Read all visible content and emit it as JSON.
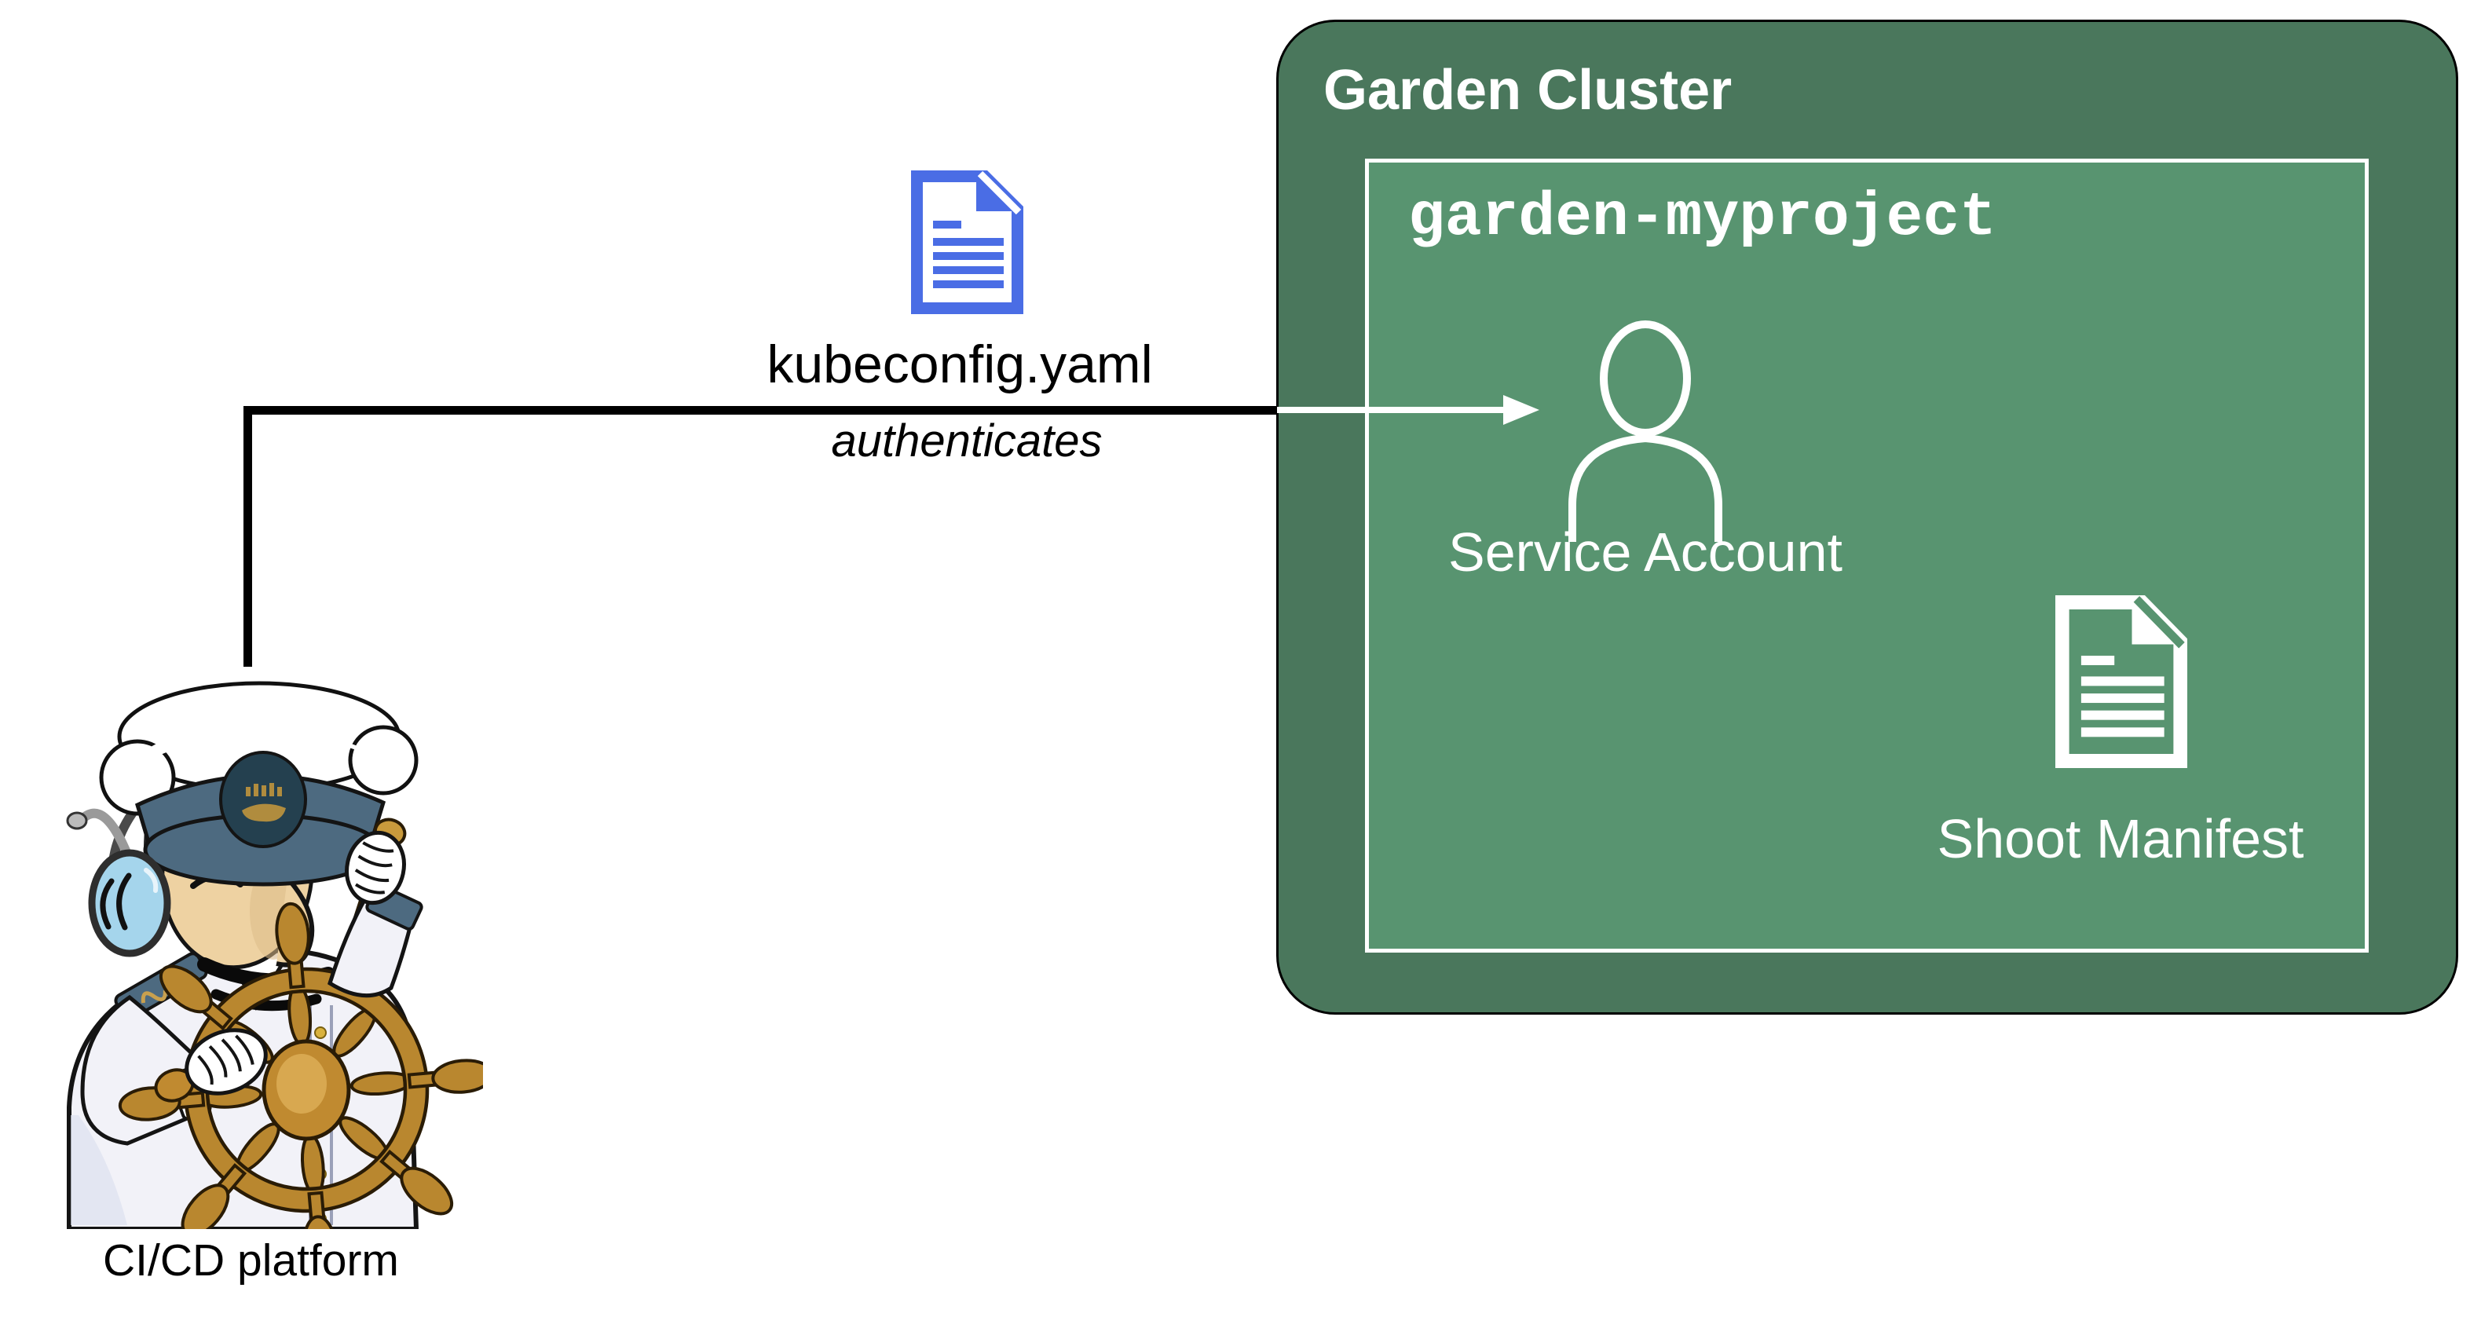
{
  "diagram": {
    "type": "gardener-cicd-authentication-diagram",
    "background_color": "#ffffff",
    "colors": {
      "cluster_fill": "#4a775c",
      "namespace_fill": "#589470",
      "cluster_border": "#000000",
      "namespace_border": "#ffffff",
      "doc_icon_blue": "#4a6de5",
      "doc_icon_white": "#ffffff",
      "connector_black": "#000000",
      "arrow_white": "#ffffff",
      "label_white": "#ffffff",
      "label_black": "#000000"
    },
    "cicd_platform": {
      "label": "CI/CD platform",
      "icon": "jenkins-captain-mascot"
    },
    "connector": {
      "file_label": "kubeconfig.yaml",
      "file_icon": "yaml-document-icon",
      "relation_label": "authenticates",
      "arrow_icon": "right-arrow-icon"
    },
    "garden_cluster": {
      "title": "Garden Cluster",
      "project_namespace": {
        "title": "garden-myproject",
        "service_account": {
          "label": "Service Account",
          "icon": "person-icon"
        },
        "shoot_manifest": {
          "label": "Shoot Manifest",
          "icon": "manifest-document-icon"
        }
      }
    }
  }
}
